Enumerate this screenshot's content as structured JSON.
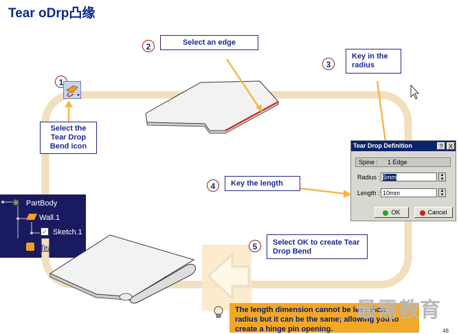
{
  "slide": {
    "title": "Tear oDrp凸缘",
    "page_number": "48"
  },
  "steps": [
    {
      "num": "1",
      "text": "Select the Tear Drop Bend icon"
    },
    {
      "num": "2",
      "text": "Select an edge"
    },
    {
      "num": "3",
      "text": "Key in the radius"
    },
    {
      "num": "4",
      "text": "Key the length"
    },
    {
      "num": "5",
      "text": "Select OK to create Tear Drop Bend"
    }
  ],
  "step1_lines": [
    "Select the",
    "Tear Drop",
    "Bend icon"
  ],
  "step3_lines": [
    "Key in the",
    "radius"
  ],
  "step5_lines": [
    "Select OK to create Tear",
    "Drop Bend"
  ],
  "tree": {
    "items": [
      {
        "label": "PartBody",
        "icon": "partbody-icon"
      },
      {
        "label": "Wall.1",
        "icon": "wall-icon"
      },
      {
        "label": "Sketch.1",
        "icon": "sketch-icon"
      },
      {
        "label": "Tear Drop.1",
        "icon": "tear-drop-icon"
      }
    ]
  },
  "dialog": {
    "title": "Tear Drop Definition",
    "help_btn": "?",
    "close_btn": "X",
    "spine_label": "Spine :",
    "spine_value": "1 Edge",
    "radius_label": "Radius :",
    "radius_value": "5mm",
    "length_label": "Length :",
    "length_value": "10mm",
    "ok_label": "OK",
    "cancel_label": "Cancel"
  },
  "note": {
    "lines": [
      "The length dimension cannot be less than",
      "radius but it can be the same; allowing you to",
      "create a hinge pin opening."
    ]
  },
  "watermark": "最需教育",
  "colors": {
    "title": "#0b2a8a",
    "loop": "#f1dfbd",
    "arrow": "#f4b848",
    "edge_highlight": "#e02020",
    "note_bg": "#f2a928",
    "dialog_title": "#0a246a"
  }
}
